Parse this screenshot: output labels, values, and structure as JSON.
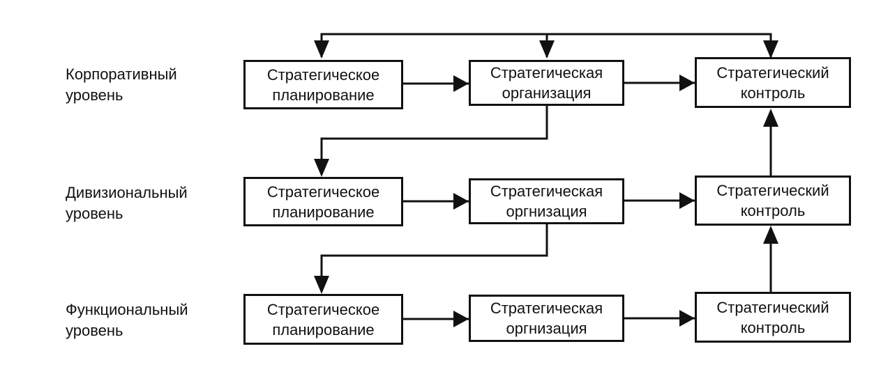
{
  "levels": [
    {
      "label_line1": "Корпоративный",
      "label_line2": "уровень",
      "planning": {
        "line1": "Стратегическое",
        "line2": "планирование"
      },
      "organization": {
        "line1": "Стратегическая",
        "line2": "организация"
      },
      "control": {
        "line1": "Стратегический",
        "line2": "контроль"
      }
    },
    {
      "label_line1": "Дивизиональный",
      "label_line2": "уровень",
      "planning": {
        "line1": "Стратегическое",
        "line2": "планирование"
      },
      "organization": {
        "line1": "Стратегическая",
        "line2": "оргнизация"
      },
      "control": {
        "line1": "Стратегический",
        "line2": "контроль"
      }
    },
    {
      "label_line1": "Функциональный",
      "label_line2": "уровень",
      "planning": {
        "line1": "Стратегическое",
        "line2": "планирование"
      },
      "organization": {
        "line1": "Стратегическая",
        "line2": "оргнизация"
      },
      "control": {
        "line1": "Стратегический",
        "line2": "контроль"
      }
    }
  ],
  "colors": {
    "ink": "#111111",
    "background": "#ffffff"
  }
}
